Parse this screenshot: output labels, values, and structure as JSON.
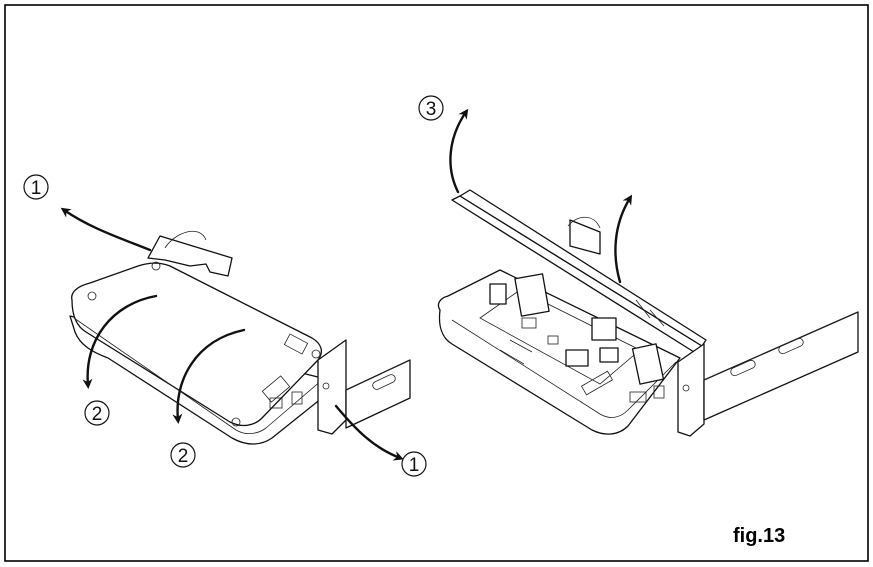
{
  "figure": {
    "label": "fig.13",
    "callouts": [
      "1",
      "2",
      "3"
    ]
  }
}
